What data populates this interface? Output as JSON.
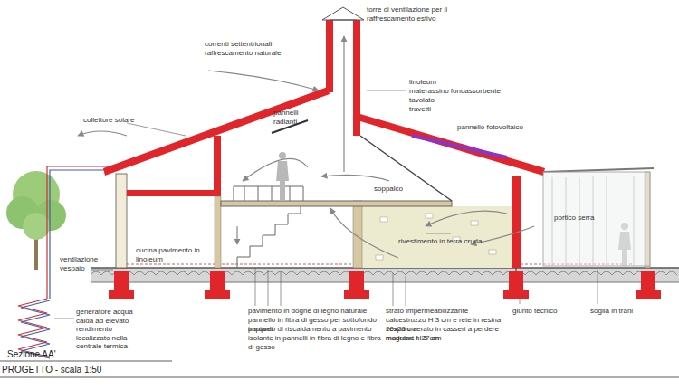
{
  "diagram": {
    "title": "Sezione AA'",
    "caption": "PROGETTO - scala 1:50",
    "labels": [
      "correnti settentrionali raffrescamento naturale",
      "torre di ventilazione per il raffrescamento estivo",
      "linoleum",
      "materassino fonoassorbente",
      "tavolato",
      "travetti",
      "collettore solare",
      "pannelli radianti",
      "pannello fotovoltaico",
      "soppalco",
      "portico serra",
      "rivestimento in terra cruda",
      "cucina pavimento in linoleum",
      "ventilazione vespaio",
      "generatore acqua calda ad elevato rendimento localizzato nella centrale termica",
      "pavimento in doghe di legno naturale",
      "pannello in fibra di gesso per sottofondo parquet",
      "impianto di riscaldamento a pavimento",
      "isolante in pannelli in fibra di legno e fibra di gesso",
      "strato impermeabilizzante",
      "calcestruzzo H 3 cm e rete in resina 20x20 cm",
      "vespaio aerato in casseri a perdere modulari h 27 cm",
      "magrone H 5 cm",
      "giunto tecnico",
      "soglia in trani"
    ]
  }
}
